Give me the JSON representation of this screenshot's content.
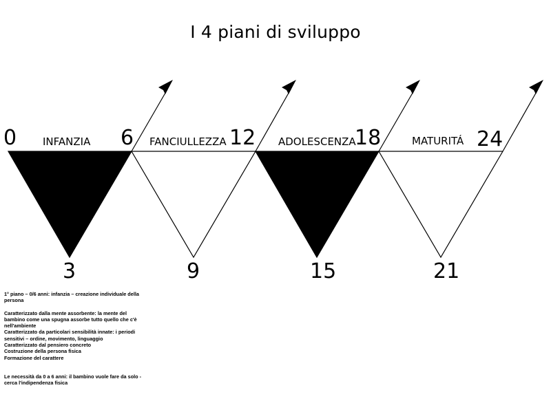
{
  "title": "I  4 piani di sviluppo",
  "ages": {
    "a0": "0",
    "a3": "3",
    "a6": "6",
    "a9": "9",
    "a12": "12",
    "a15": "15",
    "a18": "18",
    "a21": "21",
    "a24": "24"
  },
  "planes": {
    "p1": "INFANZIA",
    "p2": "FANCIULLEZZA",
    "p3": "ADOLESCENZA",
    "p4": "MATURITÁ"
  },
  "notes": {
    "p1": "1° piano – 0/6 anni: infanzia – creazione individuale della persona",
    "p2": "Caratterizzato dalla mente assorbente: la mente del bambino come una spugna assorbe tutto quello che c'è nell'ambiente\nCaratterizzato da particolari sensibilità innate: i periodi sensitivi – ordine, movimento, linguaggio\nCaratterizzato dal pensiero concreto\nCostruzione della persona fisica\nFormazione del carattere",
    "p3": "Le necessità da 0 a 6 anni: il bambino vuole fare da solo - cerca l'indipendenza fisica"
  },
  "colors": {
    "filled": "#000000",
    "outline": "#000000",
    "background": "#ffffff"
  }
}
